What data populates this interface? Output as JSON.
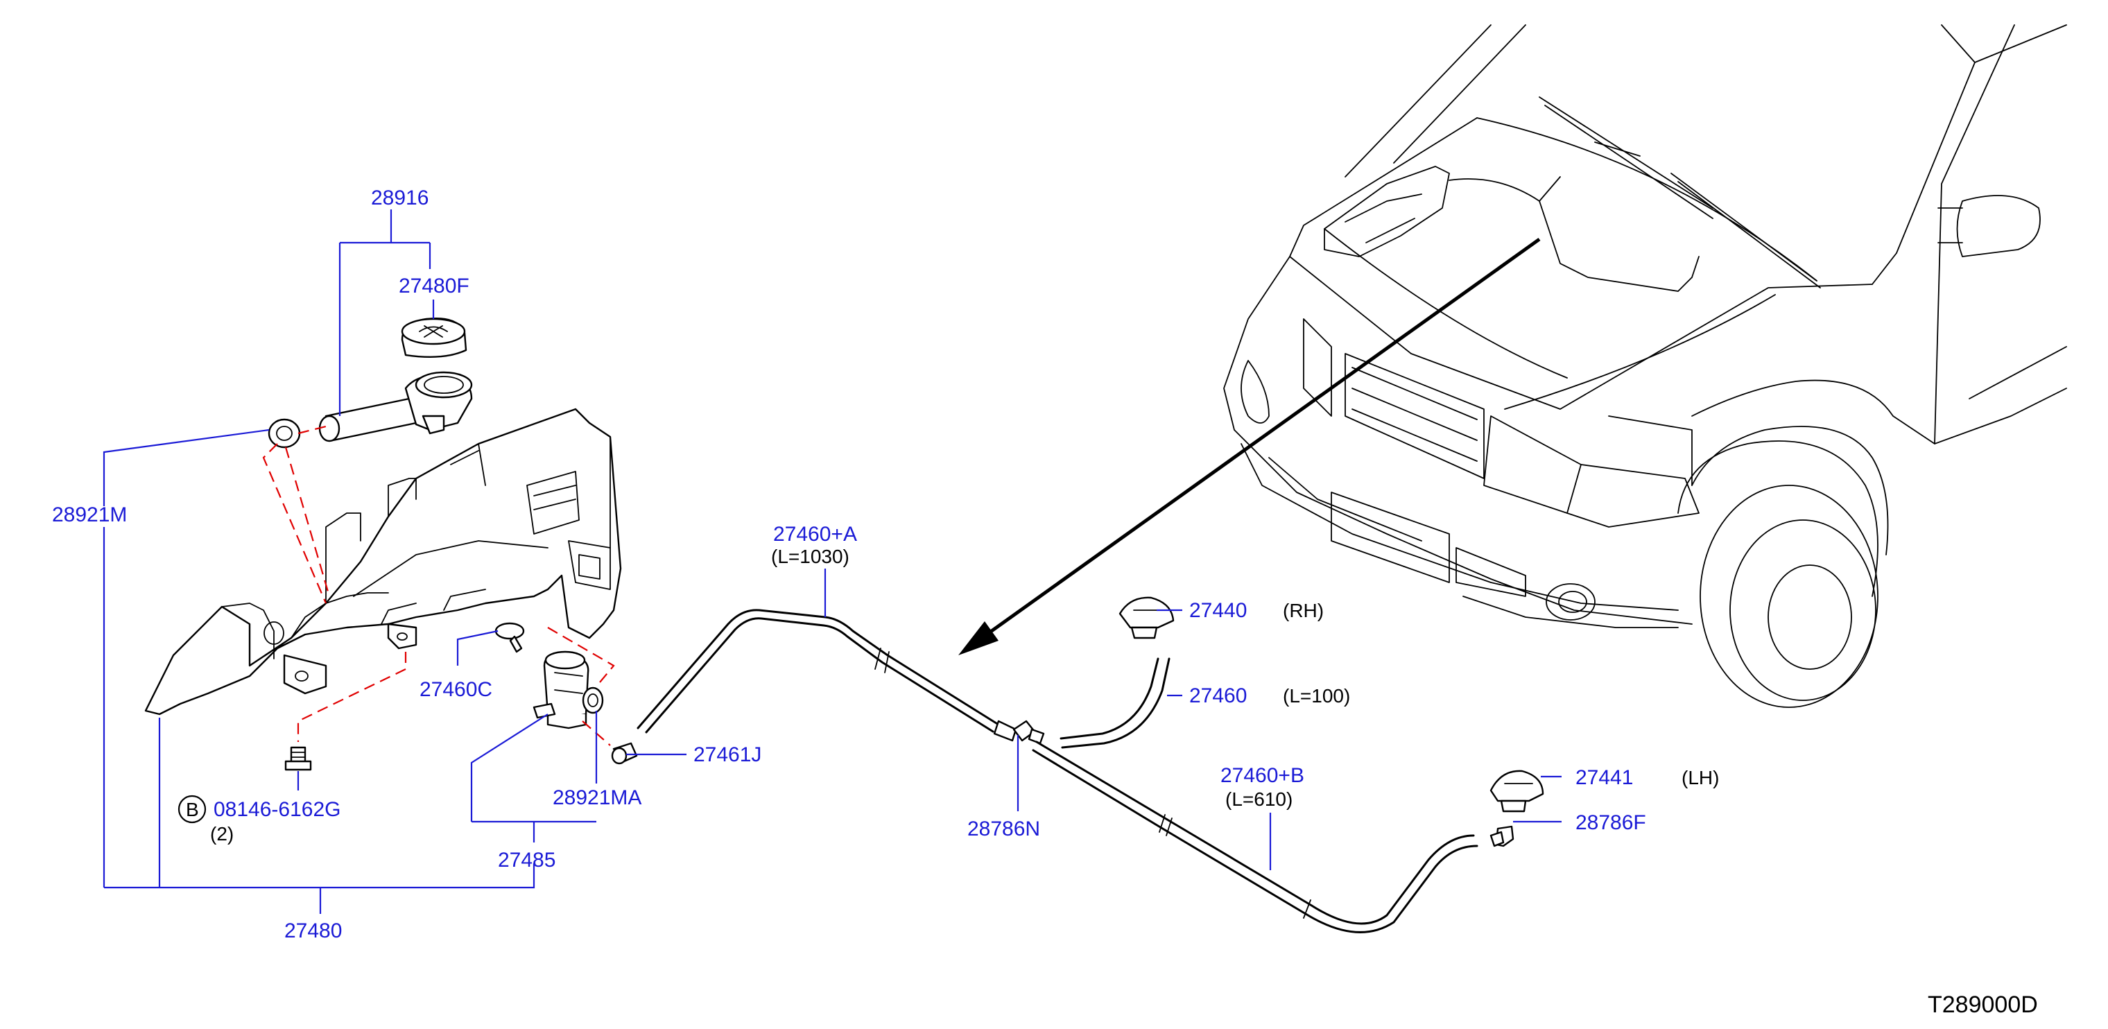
{
  "reference": "T289000D",
  "colors": {
    "part_number": "#1a1ad6",
    "leader": "#1a1ad6",
    "dashed_guide": "#e00000",
    "line_art": "#000000"
  },
  "callouts": {
    "p28916": "28916",
    "p27480F": "27480F",
    "p28921M": "28921M",
    "p27460C": "27460C",
    "p08146": "08146-6162G",
    "p08146_circle": "B",
    "p08146_qty": "(2)",
    "p27485": "27485",
    "p27480": "27480",
    "p28921MA": "28921MA",
    "p27461J": "27461J",
    "p27460A": "27460+A",
    "p27460A_len": "(L=1030)",
    "p28786N": "28786N",
    "p27440": "27440",
    "p27440_side": "(RH)",
    "p27460": "27460",
    "p27460_len": "(L=100)",
    "p27460B": "27460+B",
    "p27460B_len": "(L=610)",
    "p27441": "27441",
    "p27441_side": "(LH)",
    "p28786F": "28786F"
  }
}
